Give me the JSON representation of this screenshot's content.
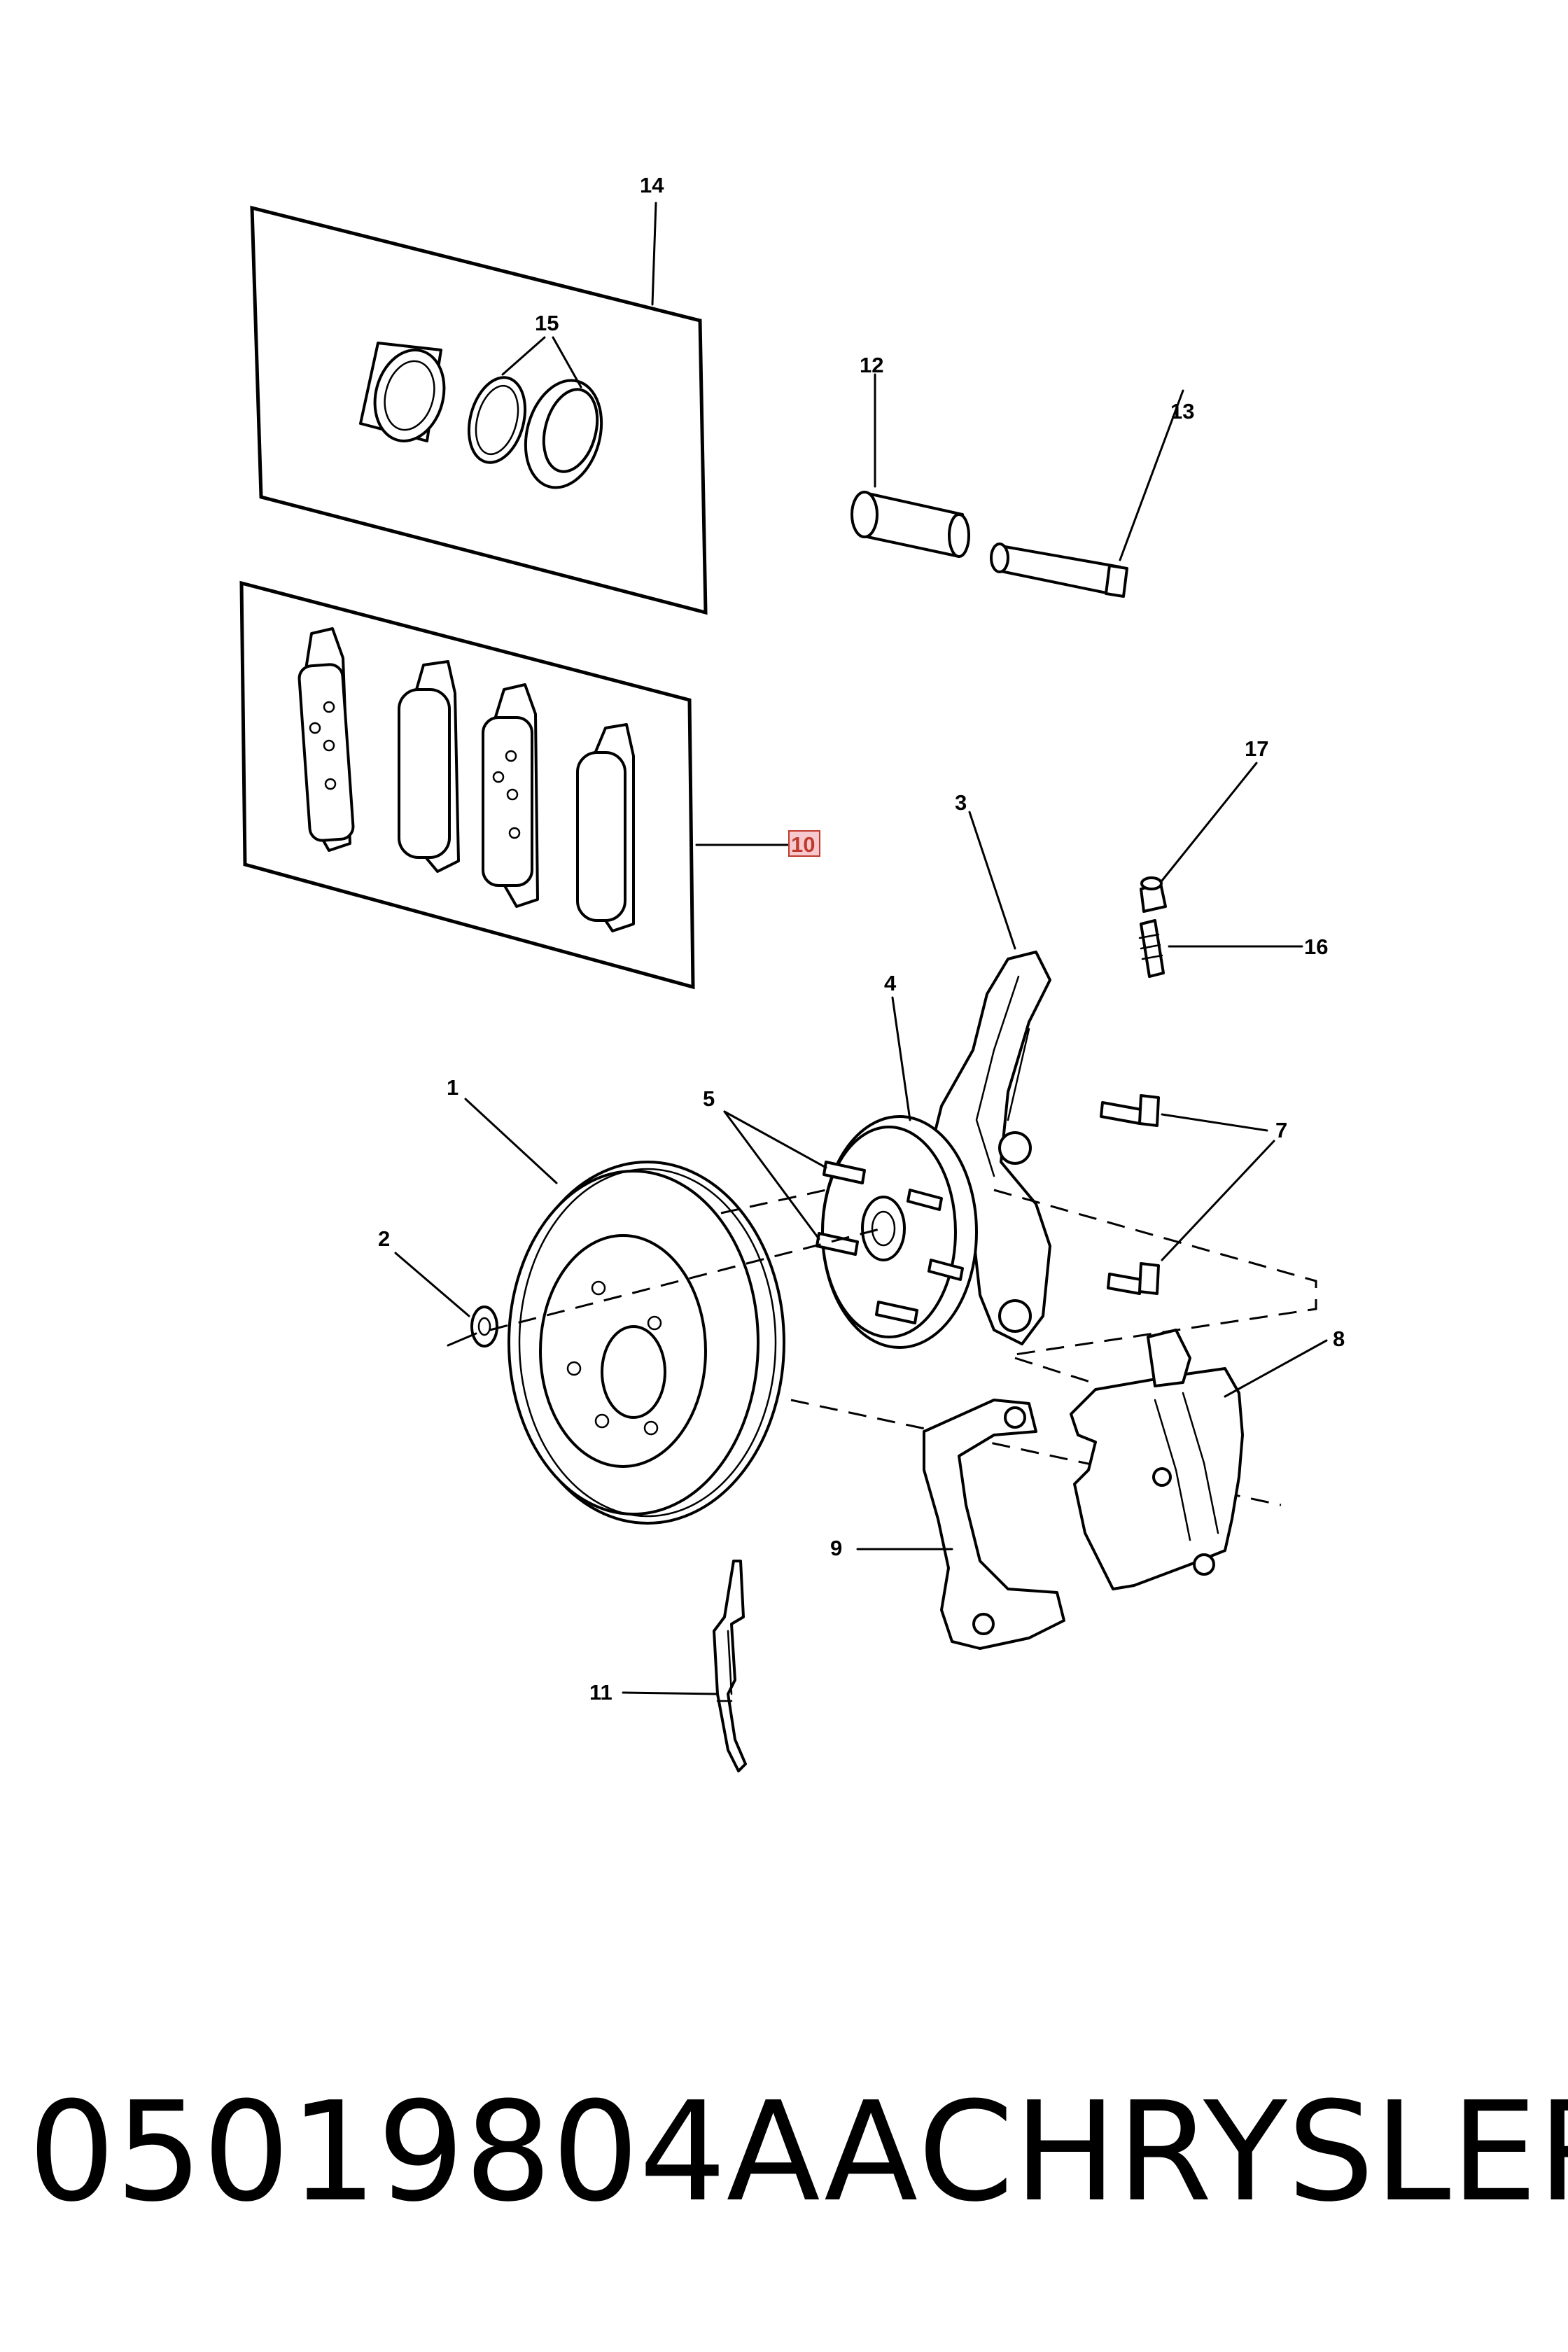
{
  "callouts": {
    "c1": "1",
    "c2": "2",
    "c3": "3",
    "c4": "4",
    "c5": "5",
    "c7": "7",
    "c8": "8",
    "c9": "9",
    "c10": "10",
    "c11": "11",
    "c12": "12",
    "c13": "13",
    "c14": "14",
    "c15": "15",
    "c16": "16",
    "c17": "17"
  },
  "highlighted_callout": "10",
  "highlight_color": "#f6c9cf",
  "footer": {
    "part_number": "05019804AA",
    "brand": "CHRYSLER"
  }
}
